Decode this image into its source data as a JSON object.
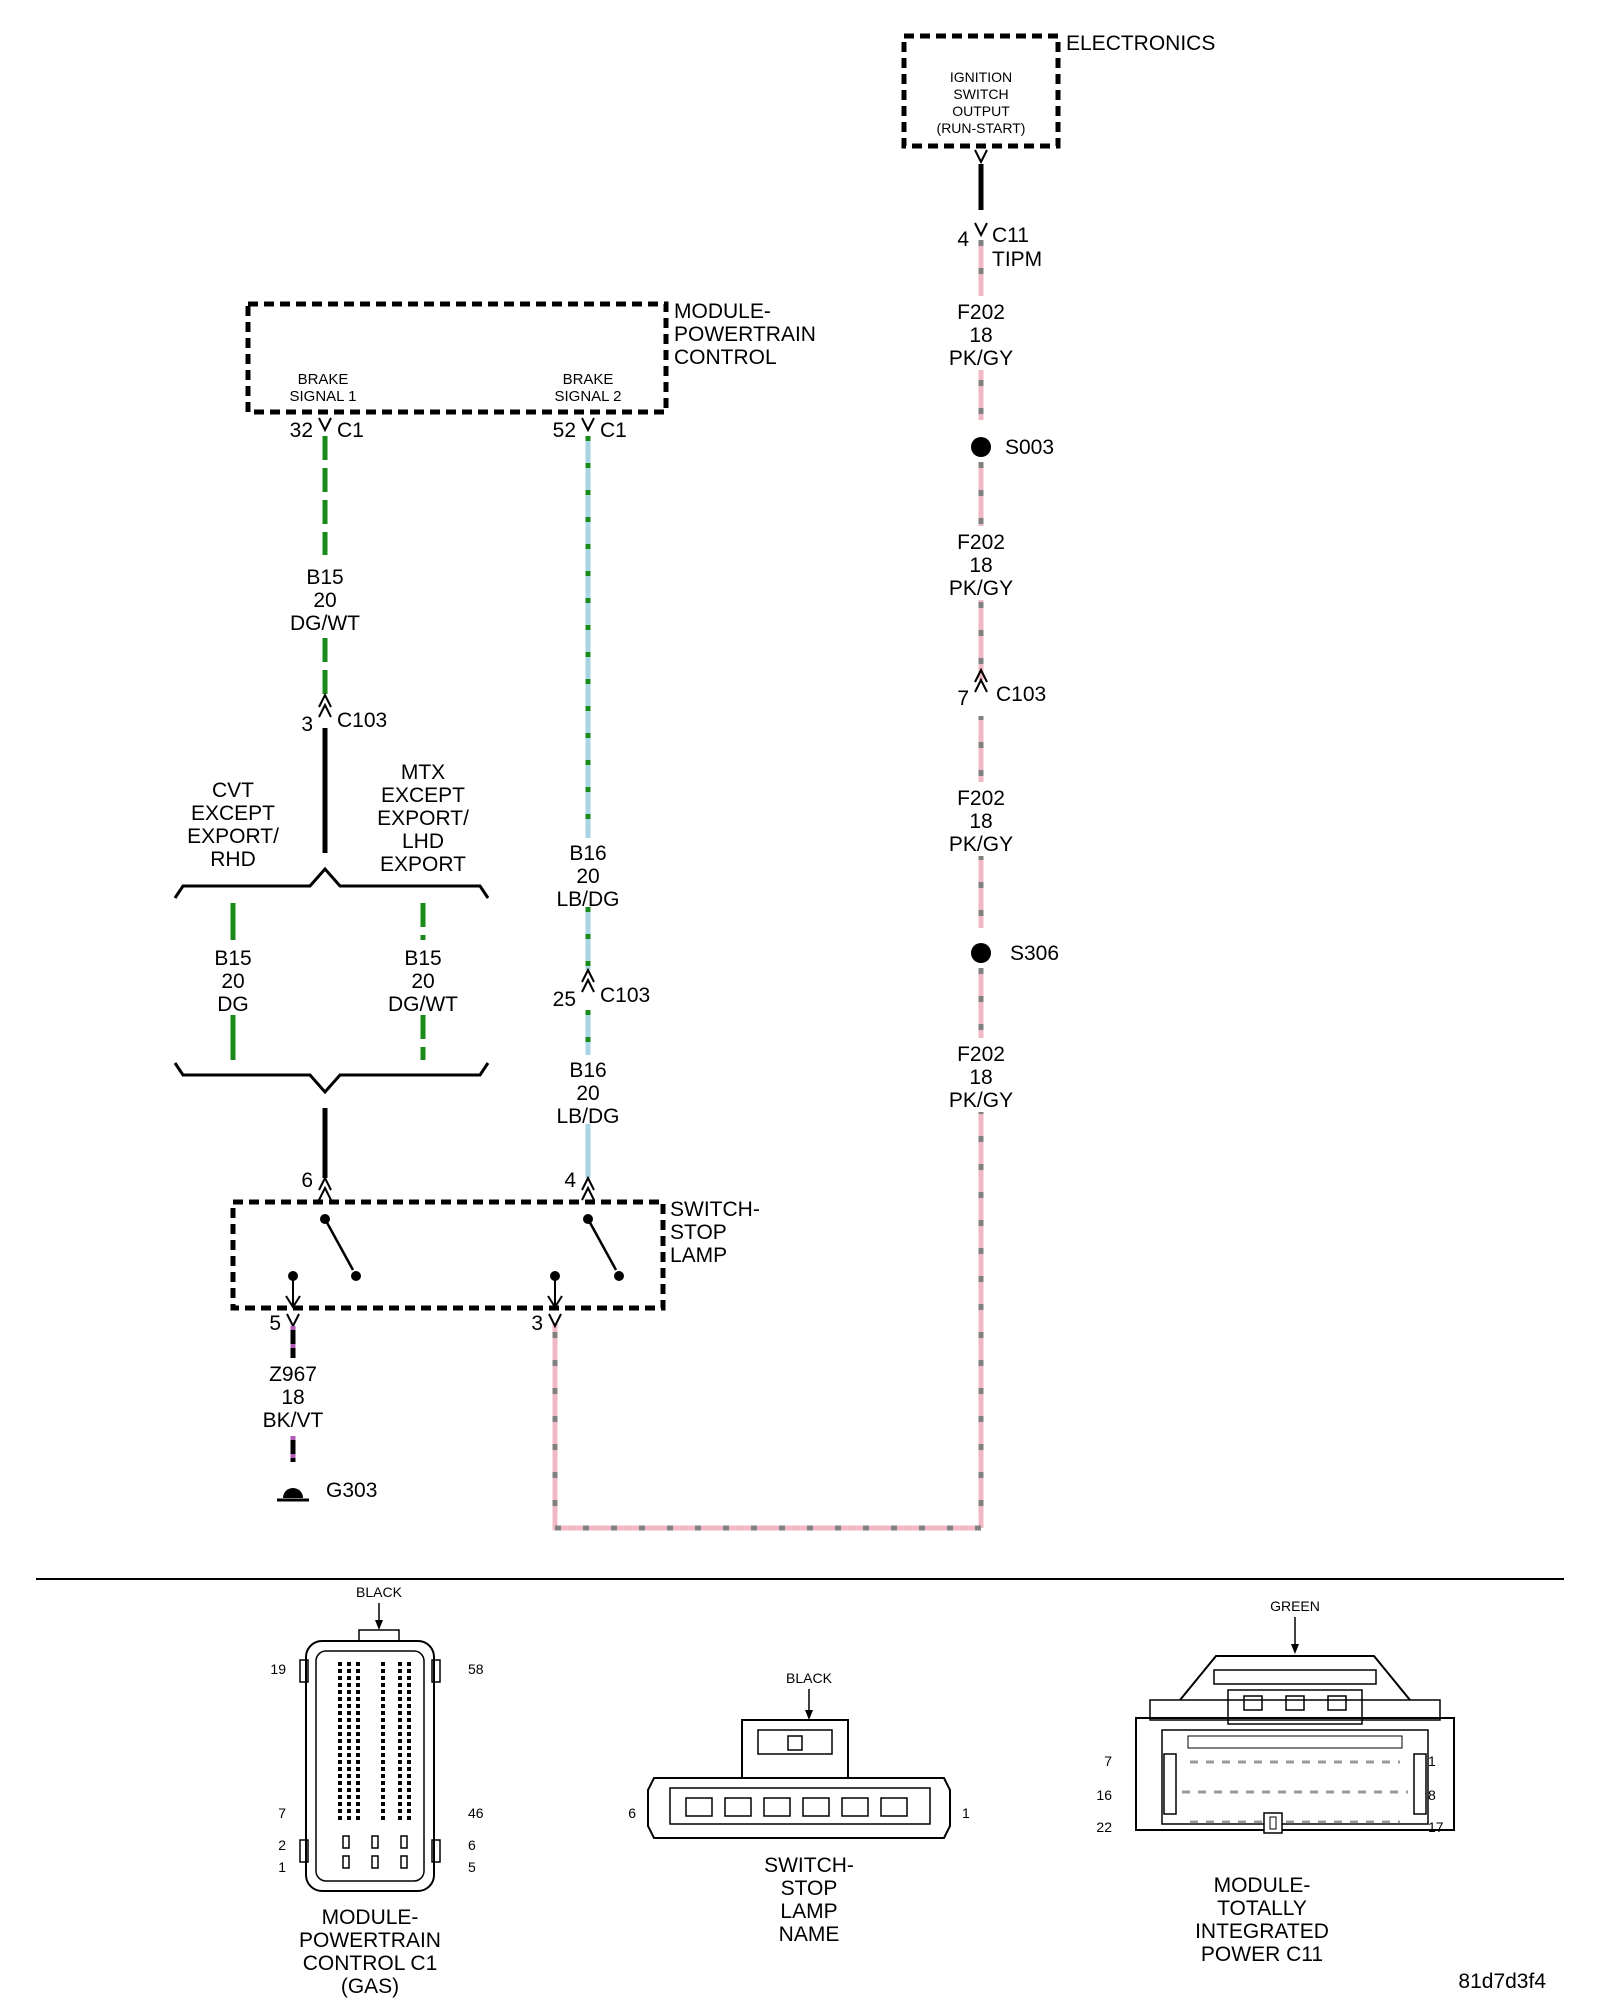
{
  "colors": {
    "DG": "#1a8a1a",
    "WT": "#ffffff",
    "LB": "#a8d4e6",
    "PK": "#f0b8c4",
    "GY": "#808080",
    "BK": "#000000",
    "VT": "#b05ab5"
  },
  "components": {
    "electronics": {
      "title": "ELECTRONICS",
      "lines": [
        "IGNITION",
        "SWITCH",
        "OUTPUT",
        "(RUN-START)"
      ]
    },
    "pcm": {
      "title_lines": [
        "MODULE-",
        "POWERTRAIN",
        "CONTROL"
      ],
      "sig1_lines": [
        "BRAKE",
        "SIGNAL 1"
      ],
      "sig2_lines": [
        "BRAKE",
        "SIGNAL 2"
      ]
    },
    "switch": {
      "title_lines": [
        "SWITCH-",
        "STOP",
        "LAMP"
      ]
    }
  },
  "connectors": {
    "c11": {
      "pin": "4",
      "lines": [
        "C11",
        "TIPM"
      ]
    },
    "pcm_c1_32": {
      "pin": "32",
      "name": "C1"
    },
    "pcm_c1_52": {
      "pin": "52",
      "name": "C1"
    },
    "c103_3": {
      "pin": "3",
      "name": "C103"
    },
    "c103_7": {
      "pin": "7",
      "name": "C103"
    },
    "c103_25": {
      "pin": "25",
      "name": "C103"
    },
    "sw_6": {
      "pin": "6"
    },
    "sw_4": {
      "pin": "4"
    },
    "sw_5": {
      "pin": "5"
    },
    "sw_3": {
      "pin": "3"
    }
  },
  "splices": {
    "s003": "S003",
    "s306": "S306"
  },
  "ground": {
    "label": "G303"
  },
  "wires": {
    "f202_a": {
      "circuit": "F202",
      "gauge": "18",
      "color": "PK/GY"
    },
    "f202_b": {
      "circuit": "F202",
      "gauge": "18",
      "color": "PK/GY"
    },
    "f202_c": {
      "circuit": "F202",
      "gauge": "18",
      "color": "PK/GY"
    },
    "f202_d": {
      "circuit": "F202",
      "gauge": "18",
      "color": "PK/GY"
    },
    "b15_main": {
      "circuit": "B15",
      "gauge": "20",
      "color": "DG/WT"
    },
    "b15_cvt": {
      "circuit": "B15",
      "gauge": "20",
      "color": "DG"
    },
    "b15_mtx": {
      "circuit": "B15",
      "gauge": "20",
      "color": "DG/WT"
    },
    "b16_a": {
      "circuit": "B16",
      "gauge": "20",
      "color": "LB/DG"
    },
    "b16_b": {
      "circuit": "B16",
      "gauge": "20",
      "color": "LB/DG"
    },
    "z967": {
      "circuit": "Z967",
      "gauge": "18",
      "color": "BK/VT"
    }
  },
  "variants": {
    "cvt_lines": [
      "CVT",
      "EXCEPT",
      "EXPORT/",
      "RHD"
    ],
    "mtx_lines": [
      "MTX",
      "EXCEPT",
      "EXPORT/",
      "LHD",
      "EXPORT"
    ]
  },
  "connector_views": {
    "pcm_c1": {
      "color": "BLACK",
      "name_lines": [
        "MODULE-",
        "POWERTRAIN",
        "CONTROL C1",
        "(GAS)"
      ],
      "pins": {
        "tl": "19",
        "tr": "58",
        "ml": "7",
        "mr": "46",
        "l2": "2",
        "r2": "6",
        "l1": "1",
        "r1": "5"
      }
    },
    "switch": {
      "color": "BLACK",
      "name_lines": [
        "SWITCH-",
        "STOP",
        "LAMP",
        "NAME"
      ],
      "pins": {
        "left": "6",
        "right": "1"
      }
    },
    "tipm_c11": {
      "color": "GREEN",
      "name_lines": [
        "MODULE-",
        "TOTALLY",
        "INTEGRATED",
        "POWER C11"
      ],
      "pins": {
        "l1": "7",
        "l2": "16",
        "l3": "22",
        "r1": "1",
        "r2": "8",
        "r3": "17"
      }
    }
  },
  "diagram_id": "81d7d3f4"
}
